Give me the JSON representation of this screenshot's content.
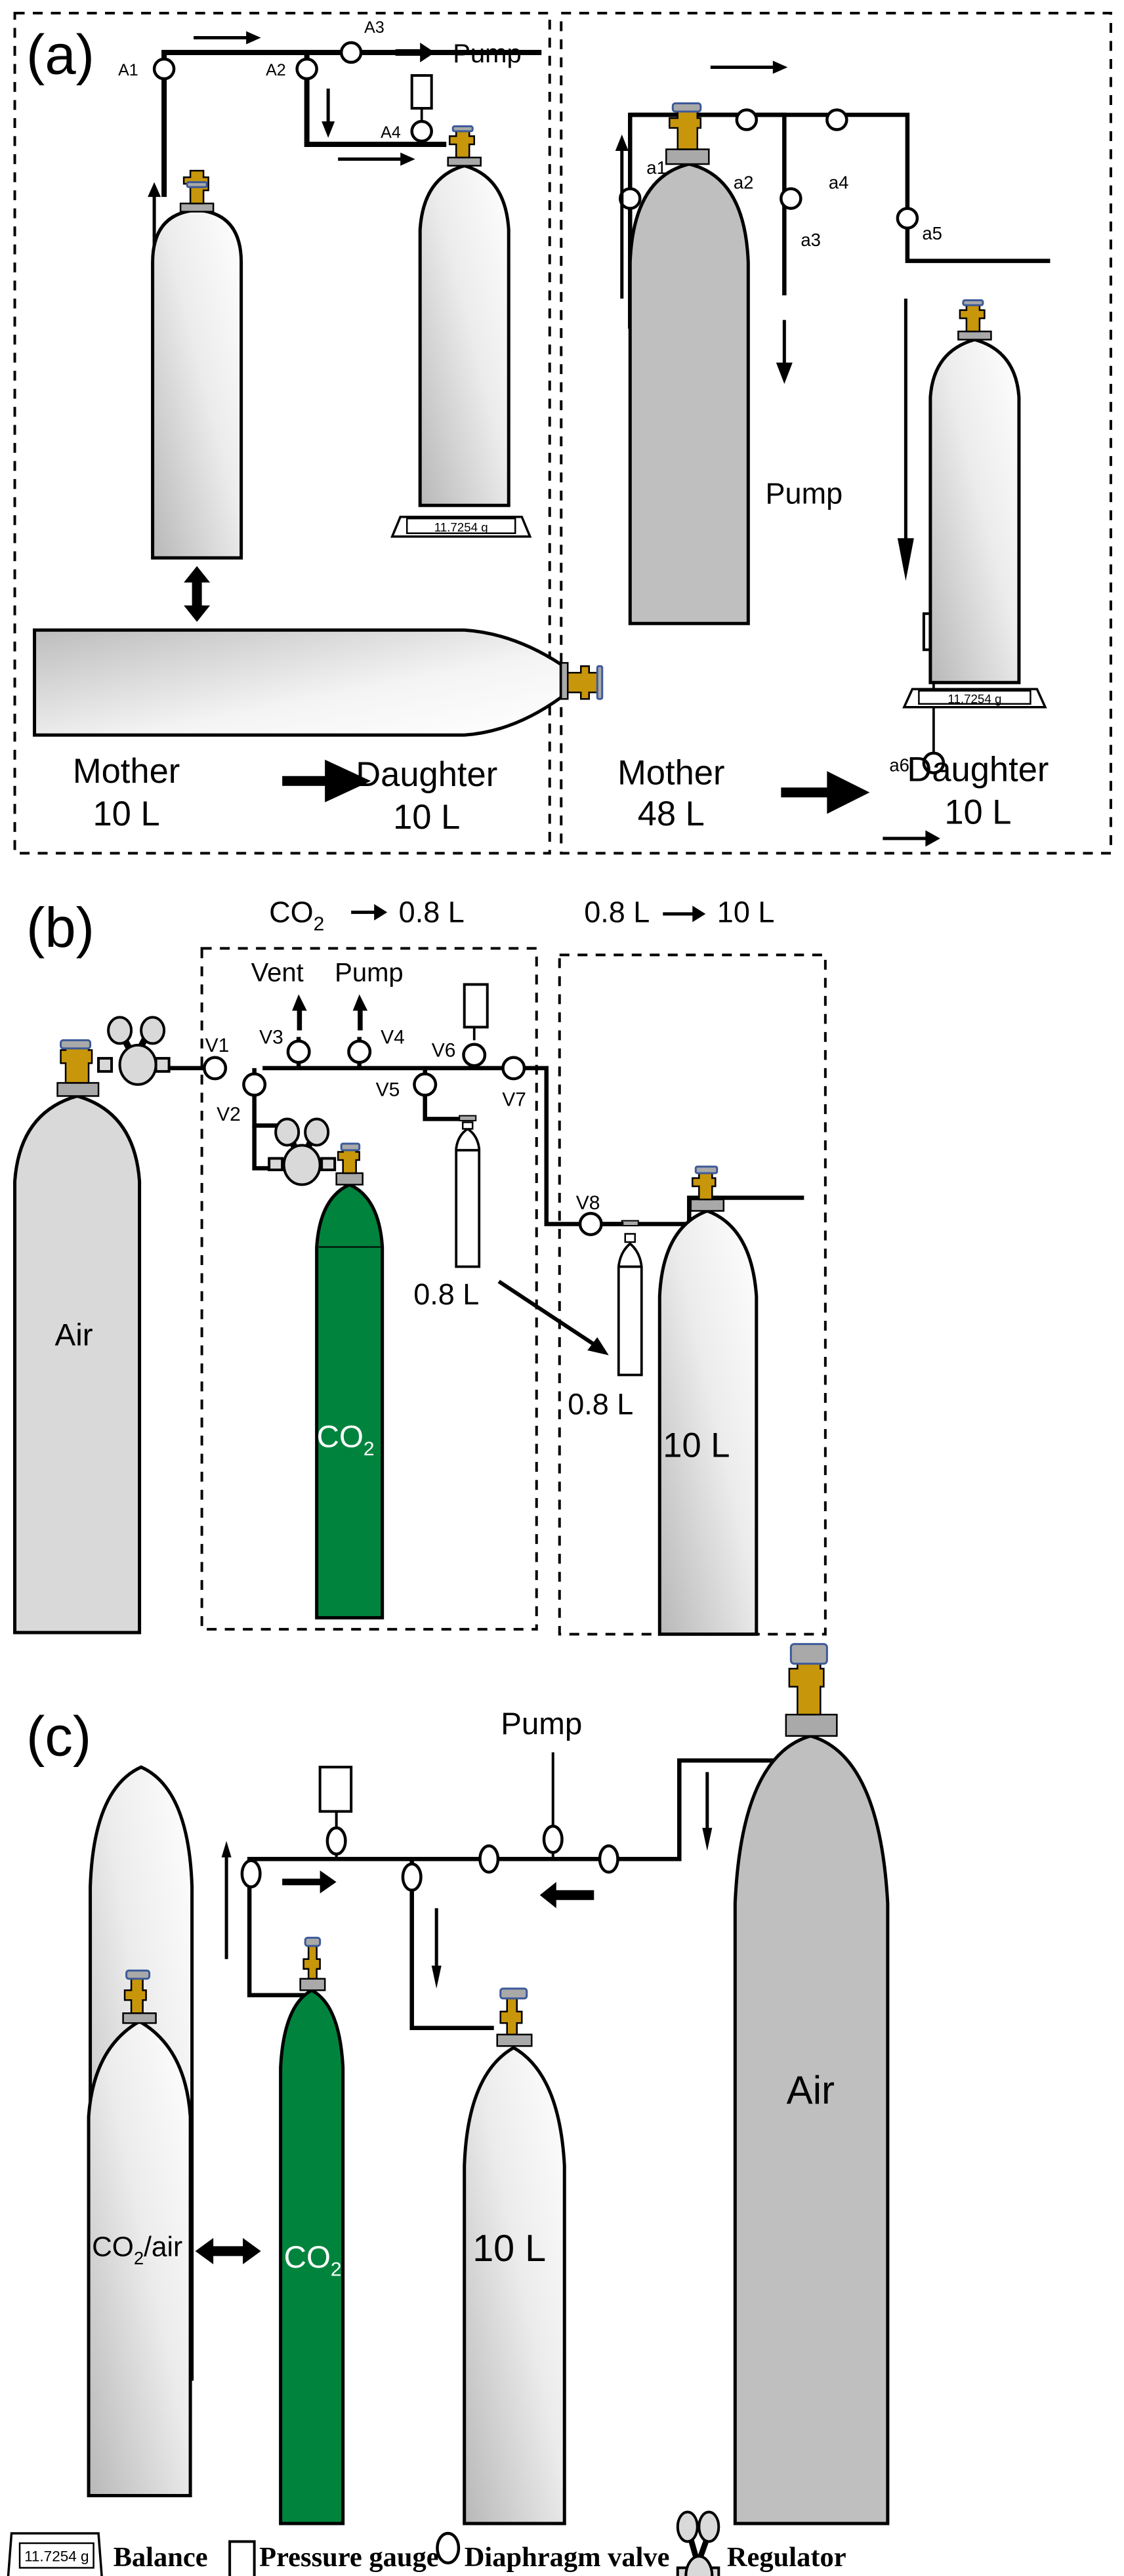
{
  "colors": {
    "brass": "#c8960a",
    "cap_blue": "#3c5a99",
    "co2_green": "#00843d",
    "gray_cylinder": "#bfbfbf",
    "air_cylinder_b": "#d9d9d9"
  },
  "panel_a": {
    "label": "(a)",
    "left": {
      "valves": [
        "A1",
        "A2",
        "A3",
        "A4"
      ],
      "pump_label": "Pump",
      "balance_reading": "11.7254 g",
      "mother_label": "Mother",
      "mother_volume": "10 L",
      "daughter_label": "Daughter",
      "daughter_volume": "10 L"
    },
    "right": {
      "valves": [
        "a1",
        "a2",
        "a3",
        "a4",
        "a5",
        "a6"
      ],
      "pump_label": "Pump",
      "balance_reading": "11.7254 g",
      "mother_label": "Mother",
      "mother_volume": "48 L",
      "daughter_label": "Daughter",
      "daughter_volume": "10 L"
    }
  },
  "panel_b": {
    "label": "(b)",
    "step1_title_prefix": "CO",
    "step1_title_sub": "2",
    "step1_title_suffix": "0.8 L",
    "step2_title_from": "0.8 L",
    "step2_title_to": "10 L",
    "vent_label": "Vent",
    "pump_label": "Pump",
    "valves": [
      "V1",
      "V2",
      "V3",
      "V4",
      "V5",
      "V6",
      "V7",
      "V8"
    ],
    "air_label": "Air",
    "co2_label": "CO",
    "co2_sub": "2",
    "small_cyl_volume_1": "0.8 L",
    "small_cyl_volume_2": "0.8 L",
    "daughter_volume": "10 L"
  },
  "panel_c": {
    "label": "(c)",
    "pump_label": "Pump",
    "mix_label_prefix": "CO",
    "mix_label_sub": "2",
    "mix_label_suffix": "/air",
    "co2_label": "CO",
    "co2_sub": "2",
    "daughter_volume": "10 L",
    "air_label": "Air"
  },
  "legend": {
    "balance_reading": "11.7254 g",
    "items": [
      "Balance",
      "Pressure gauge",
      "Diaphragm valve",
      "Regulator"
    ]
  }
}
